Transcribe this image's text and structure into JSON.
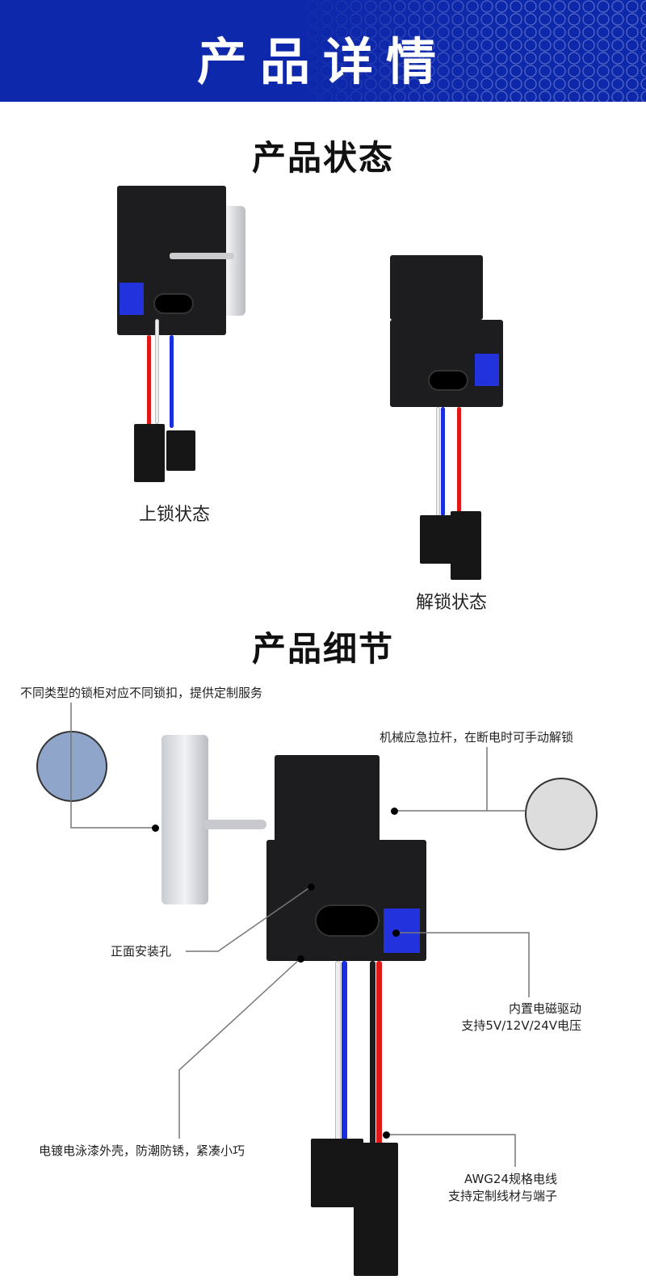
{
  "banner": {
    "title": "产品详情"
  },
  "status_section": {
    "title": "产品状态",
    "locked_label": "上锁状态",
    "unlocked_label": "解锁状态"
  },
  "detail_section": {
    "title": "产品细节",
    "notes": {
      "strike": "不同类型的锁柜对应不同锁扣，提供定制服务",
      "lever": "机械应急拉杆，在断电时可手动解锁",
      "mount": "正面安装孔",
      "coil_1": "内置电磁驱动",
      "coil_2": "支持5V/12V/24V电压",
      "shell": "电镀电泳漆外壳，防潮防锈，紧凑小巧",
      "wire_1": "AWG24规格电线",
      "wire_2": "支持定制线材与端子"
    }
  },
  "colors": {
    "banner": "#0e28ab",
    "coil": "#2233dd",
    "wire_red": "#e01818",
    "wire_blue": "#1a2ee0"
  }
}
